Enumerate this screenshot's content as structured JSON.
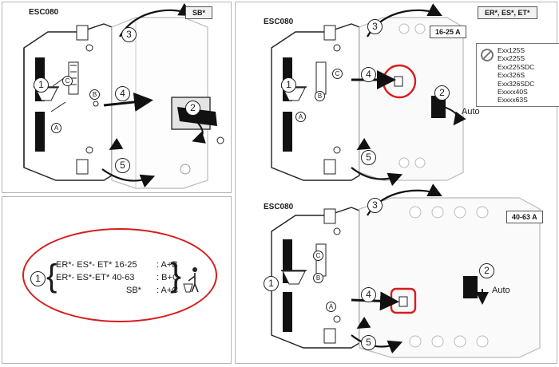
{
  "panels": {
    "sb": {
      "model": "ESC080",
      "tag": "SB*",
      "steps": [
        "1",
        "2",
        "3",
        "4",
        "5"
      ],
      "letters": [
        "A",
        "B",
        "C"
      ]
    },
    "er_small": {
      "model": "ESC080",
      "tag": "ER*, ES*, ET*",
      "size": "16-25 A",
      "auto": "Auto",
      "steps": [
        "1",
        "2",
        "3",
        "4",
        "5"
      ],
      "letters": [
        "A",
        "B",
        "C"
      ],
      "incompatible_list": [
        "Exx125S",
        "Exx225S",
        "Exx225SDC",
        "Exx326S",
        "Exx326SDC",
        "Exxxx40S",
        "Exxxx63S"
      ]
    },
    "er_large": {
      "model": "ESC080",
      "size": "40-63 A",
      "auto": "Auto",
      "steps": [
        "1",
        "2",
        "3",
        "4",
        "5"
      ],
      "letters": [
        "A",
        "B",
        "C"
      ]
    },
    "note": {
      "step": "1",
      "rows": [
        {
          "lhs": "ER*- ES*- ET* 16-25",
          "rhs": ": A+B"
        },
        {
          "lhs": "ER*- ES*-ET*  40-63",
          "rhs": ": B+C"
        },
        {
          "lhs": "SB*",
          "rhs": ": A+C"
        }
      ]
    }
  },
  "icons": [
    "trash-bin-icon",
    "forbidden-icon",
    "person-discarding-icon"
  ],
  "colors": {
    "highlight": "#d91c1c",
    "outline": "#222222",
    "device_fill": "#ffffff",
    "shadow_fill": "#cfcfcf"
  }
}
